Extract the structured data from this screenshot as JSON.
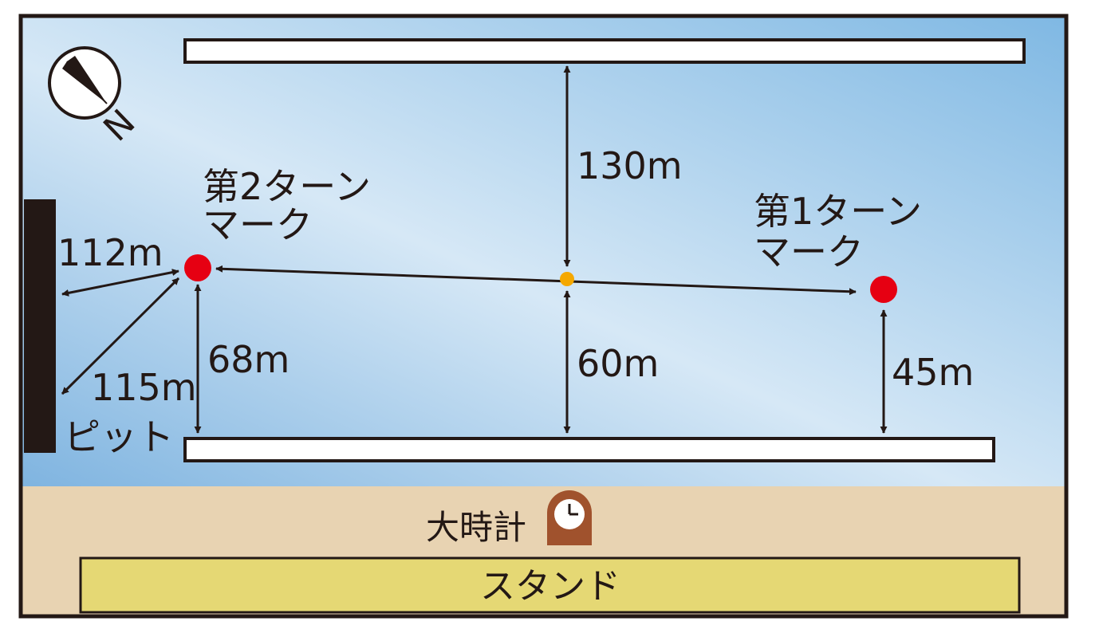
{
  "compass": {
    "label": "N",
    "icon": "north-compass-icon"
  },
  "marks": {
    "second_turn": {
      "label_line1": "第2ターン",
      "label_line2": "マーク"
    },
    "first_turn": {
      "label_line1": "第1ターン",
      "label_line2": "マーク"
    }
  },
  "distances": {
    "width_upper": "130m",
    "width_lower": "60m",
    "second_mark_to_pit_bank": "112m",
    "second_mark_to_pit": "115m",
    "second_mark_to_stand_bank": "68m",
    "first_mark_to_stand_bank": "45m"
  },
  "pit": {
    "label": "ピット"
  },
  "clock": {
    "label": "大時計",
    "icon": "grandfather-clock-icon"
  },
  "stand": {
    "label": "スタンド"
  },
  "colors": {
    "water_top": "#7fb8e3",
    "water_bottom": "#e8f3fb",
    "land": "#e8d3b2",
    "stand": "#e5d874",
    "turn_mark": "#e60012",
    "center_dot": "#f5a800",
    "clock": "#a0522d",
    "outline": "#231815"
  }
}
